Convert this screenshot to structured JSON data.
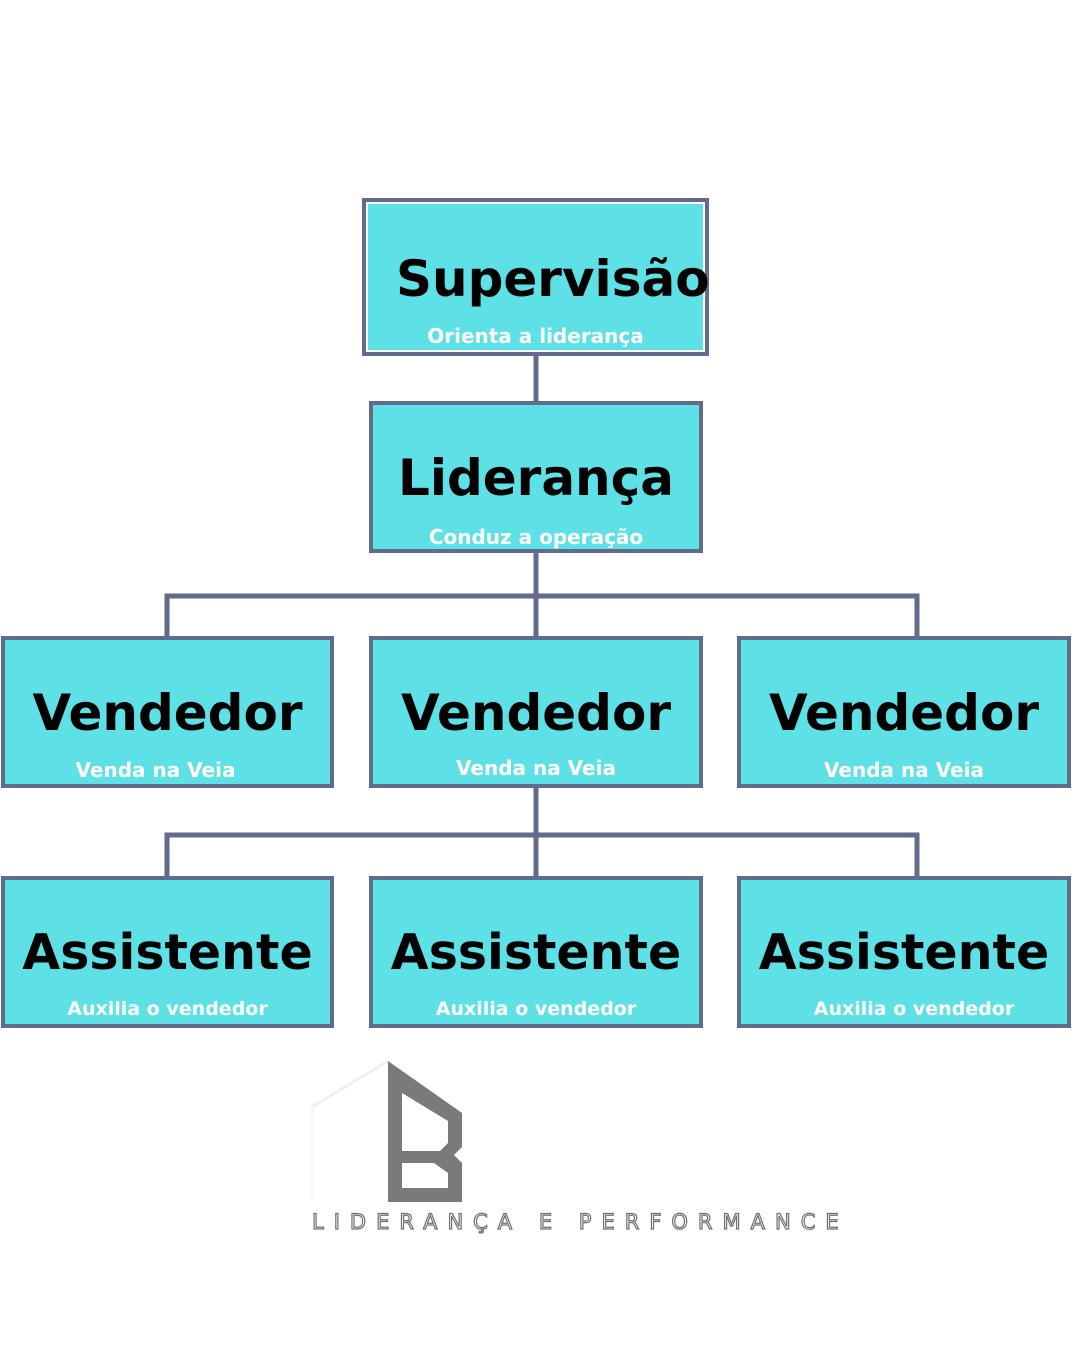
{
  "colors": {
    "node_fill": "#5ee1e6",
    "line": "#626b8e",
    "title_text": "#000000",
    "subtitle_text": "#ffffff",
    "logo_gray": "#7a7a7a"
  },
  "org_chart": {
    "supervisao": {
      "title": "Supervisão",
      "subtitle": "Orienta a liderança"
    },
    "lideranca": {
      "title": "Liderança",
      "subtitle": "Conduz a operação"
    },
    "vendedores": [
      {
        "title": "Vendedor",
        "subtitle": "Venda na Veia"
      },
      {
        "title": "Vendedor",
        "subtitle": "Venda na Veia"
      },
      {
        "title": "Vendedor",
        "subtitle": "Venda na Veia"
      }
    ],
    "assistentes": [
      {
        "title": "Assistente",
        "subtitle": "Auxilia o vendedor"
      },
      {
        "title": "Assistente",
        "subtitle": "Auxilia o vendedor"
      },
      {
        "title": "Assistente",
        "subtitle": "Auxilia o vendedor"
      }
    ]
  },
  "brand": {
    "logo_letter": "B",
    "tagline": "LIDERANÇA E PERFORMANCE"
  }
}
